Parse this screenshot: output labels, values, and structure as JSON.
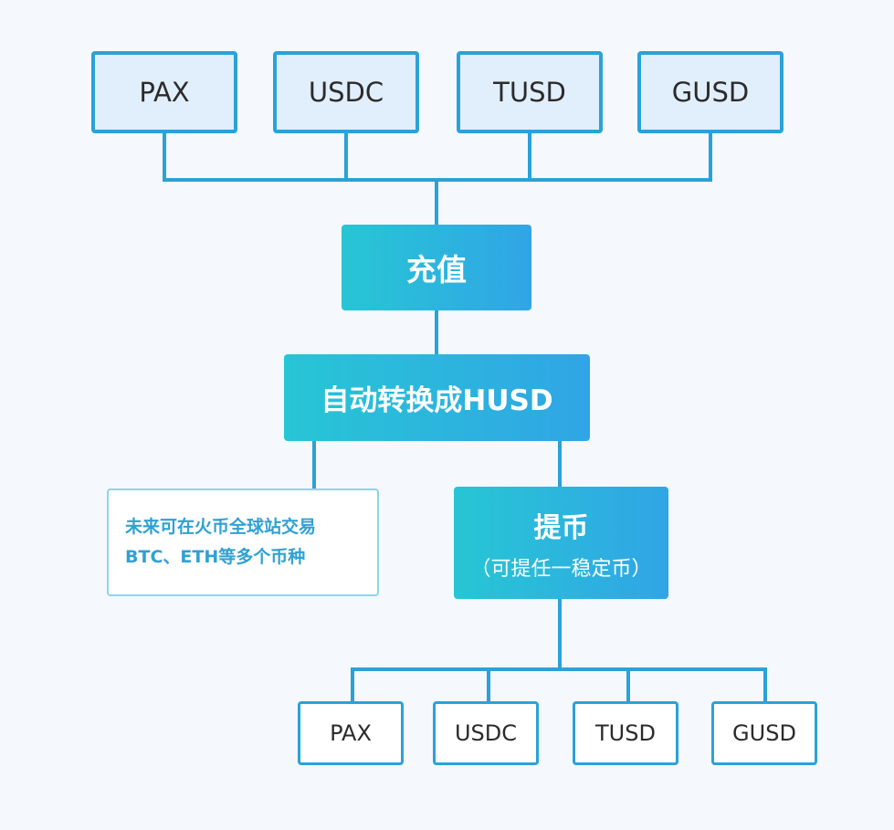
{
  "diagram": {
    "deposit_sources": [
      "PAX",
      "USDC",
      "TUSD",
      "GUSD"
    ],
    "deposit_label": "充值",
    "convert_label": "自动转换成HUSD",
    "note_lines": [
      "未来可在火币全球站交易",
      "BTC、ETH等多个币种"
    ],
    "withdraw_label": "提币",
    "withdraw_sublabel": "（可提任一稳定币）",
    "withdraw_targets": [
      "PAX",
      "USDC",
      "TUSD",
      "GUSD"
    ],
    "colors": {
      "line": "#2ba2d7",
      "box_border": "#2ba2d7",
      "box_fill": "#e1eefb",
      "process_start": "#27c6d4",
      "process_end": "#30a5e6",
      "note_text": "#2fa1d3",
      "background": "#f5f9fd"
    }
  }
}
